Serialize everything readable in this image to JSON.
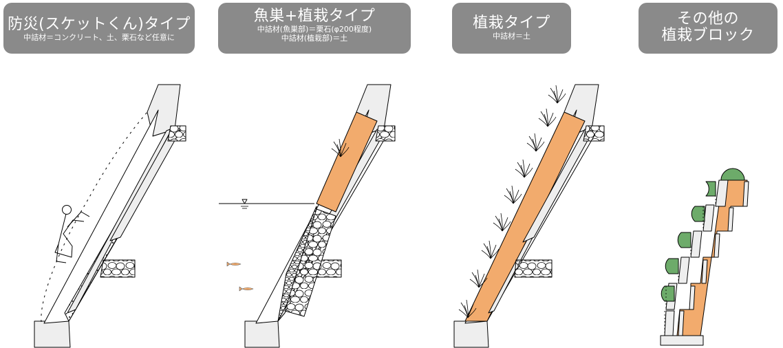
{
  "colors": {
    "header_bg": "#8a8a8a",
    "fill_soil": "#f2ab6d",
    "fill_green": "#6dab6a"
  },
  "panels": [
    {
      "title": "防災(スケットくん)タイプ",
      "subtitle": [
        "中詰材＝コンクリート、土、栗石など任意に"
      ]
    },
    {
      "title": "魚巣+植栽タイプ",
      "subtitle": [
        "中詰材(魚巣部)＝栗石(φ200程度)",
        "中詰材(植栽部)＝土"
      ]
    },
    {
      "title": "植栽タイプ",
      "subtitle": [
        "中詰材＝土"
      ]
    },
    {
      "title": "その他の",
      "title2": "植栽ブロック",
      "subtitle": []
    }
  ]
}
